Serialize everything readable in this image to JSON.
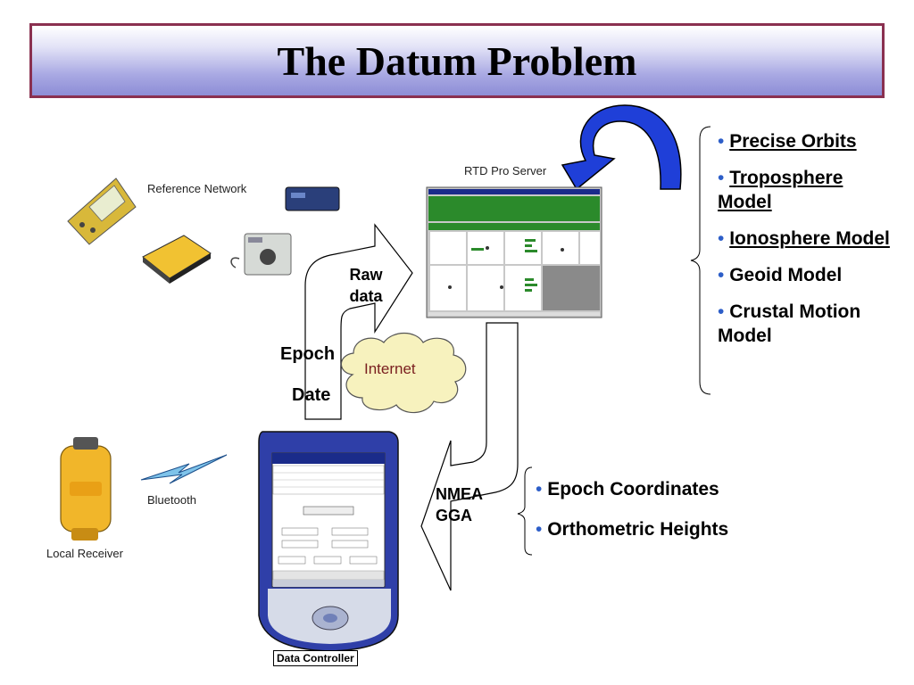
{
  "title": "The Datum Problem",
  "labels": {
    "reference_network": "Reference Network",
    "rtd_server": "RTD Pro Server",
    "raw_data": "Raw data",
    "epoch": "Epoch",
    "date": "Date",
    "internet": "Internet",
    "bluetooth": "Bluetooth",
    "local_receiver": "Local Receiver",
    "nmea_gga": "NMEA GGA",
    "data_controller": "Data Controller"
  },
  "server_items": [
    {
      "text": "Precise Orbits",
      "underline": true
    },
    {
      "text": "Troposphere Model",
      "underline": true
    },
    {
      "text": "Ionosphere Model",
      "underline": true
    },
    {
      "text": "Geoid Model",
      "underline": false
    },
    {
      "text": "Crustal Motion Model",
      "underline": false
    }
  ],
  "client_items": [
    {
      "text": "Epoch Coordinates"
    },
    {
      "text": "Orthometric Heights"
    }
  ],
  "colors": {
    "title_border": "#8a3050",
    "title_gradient_end": "#8d8dd6",
    "curved_arrow": "#1f3fd8",
    "bullet": "#2d5ec8",
    "cloud": "#f7f2be",
    "receiver_yellow": "#f1b62a"
  }
}
